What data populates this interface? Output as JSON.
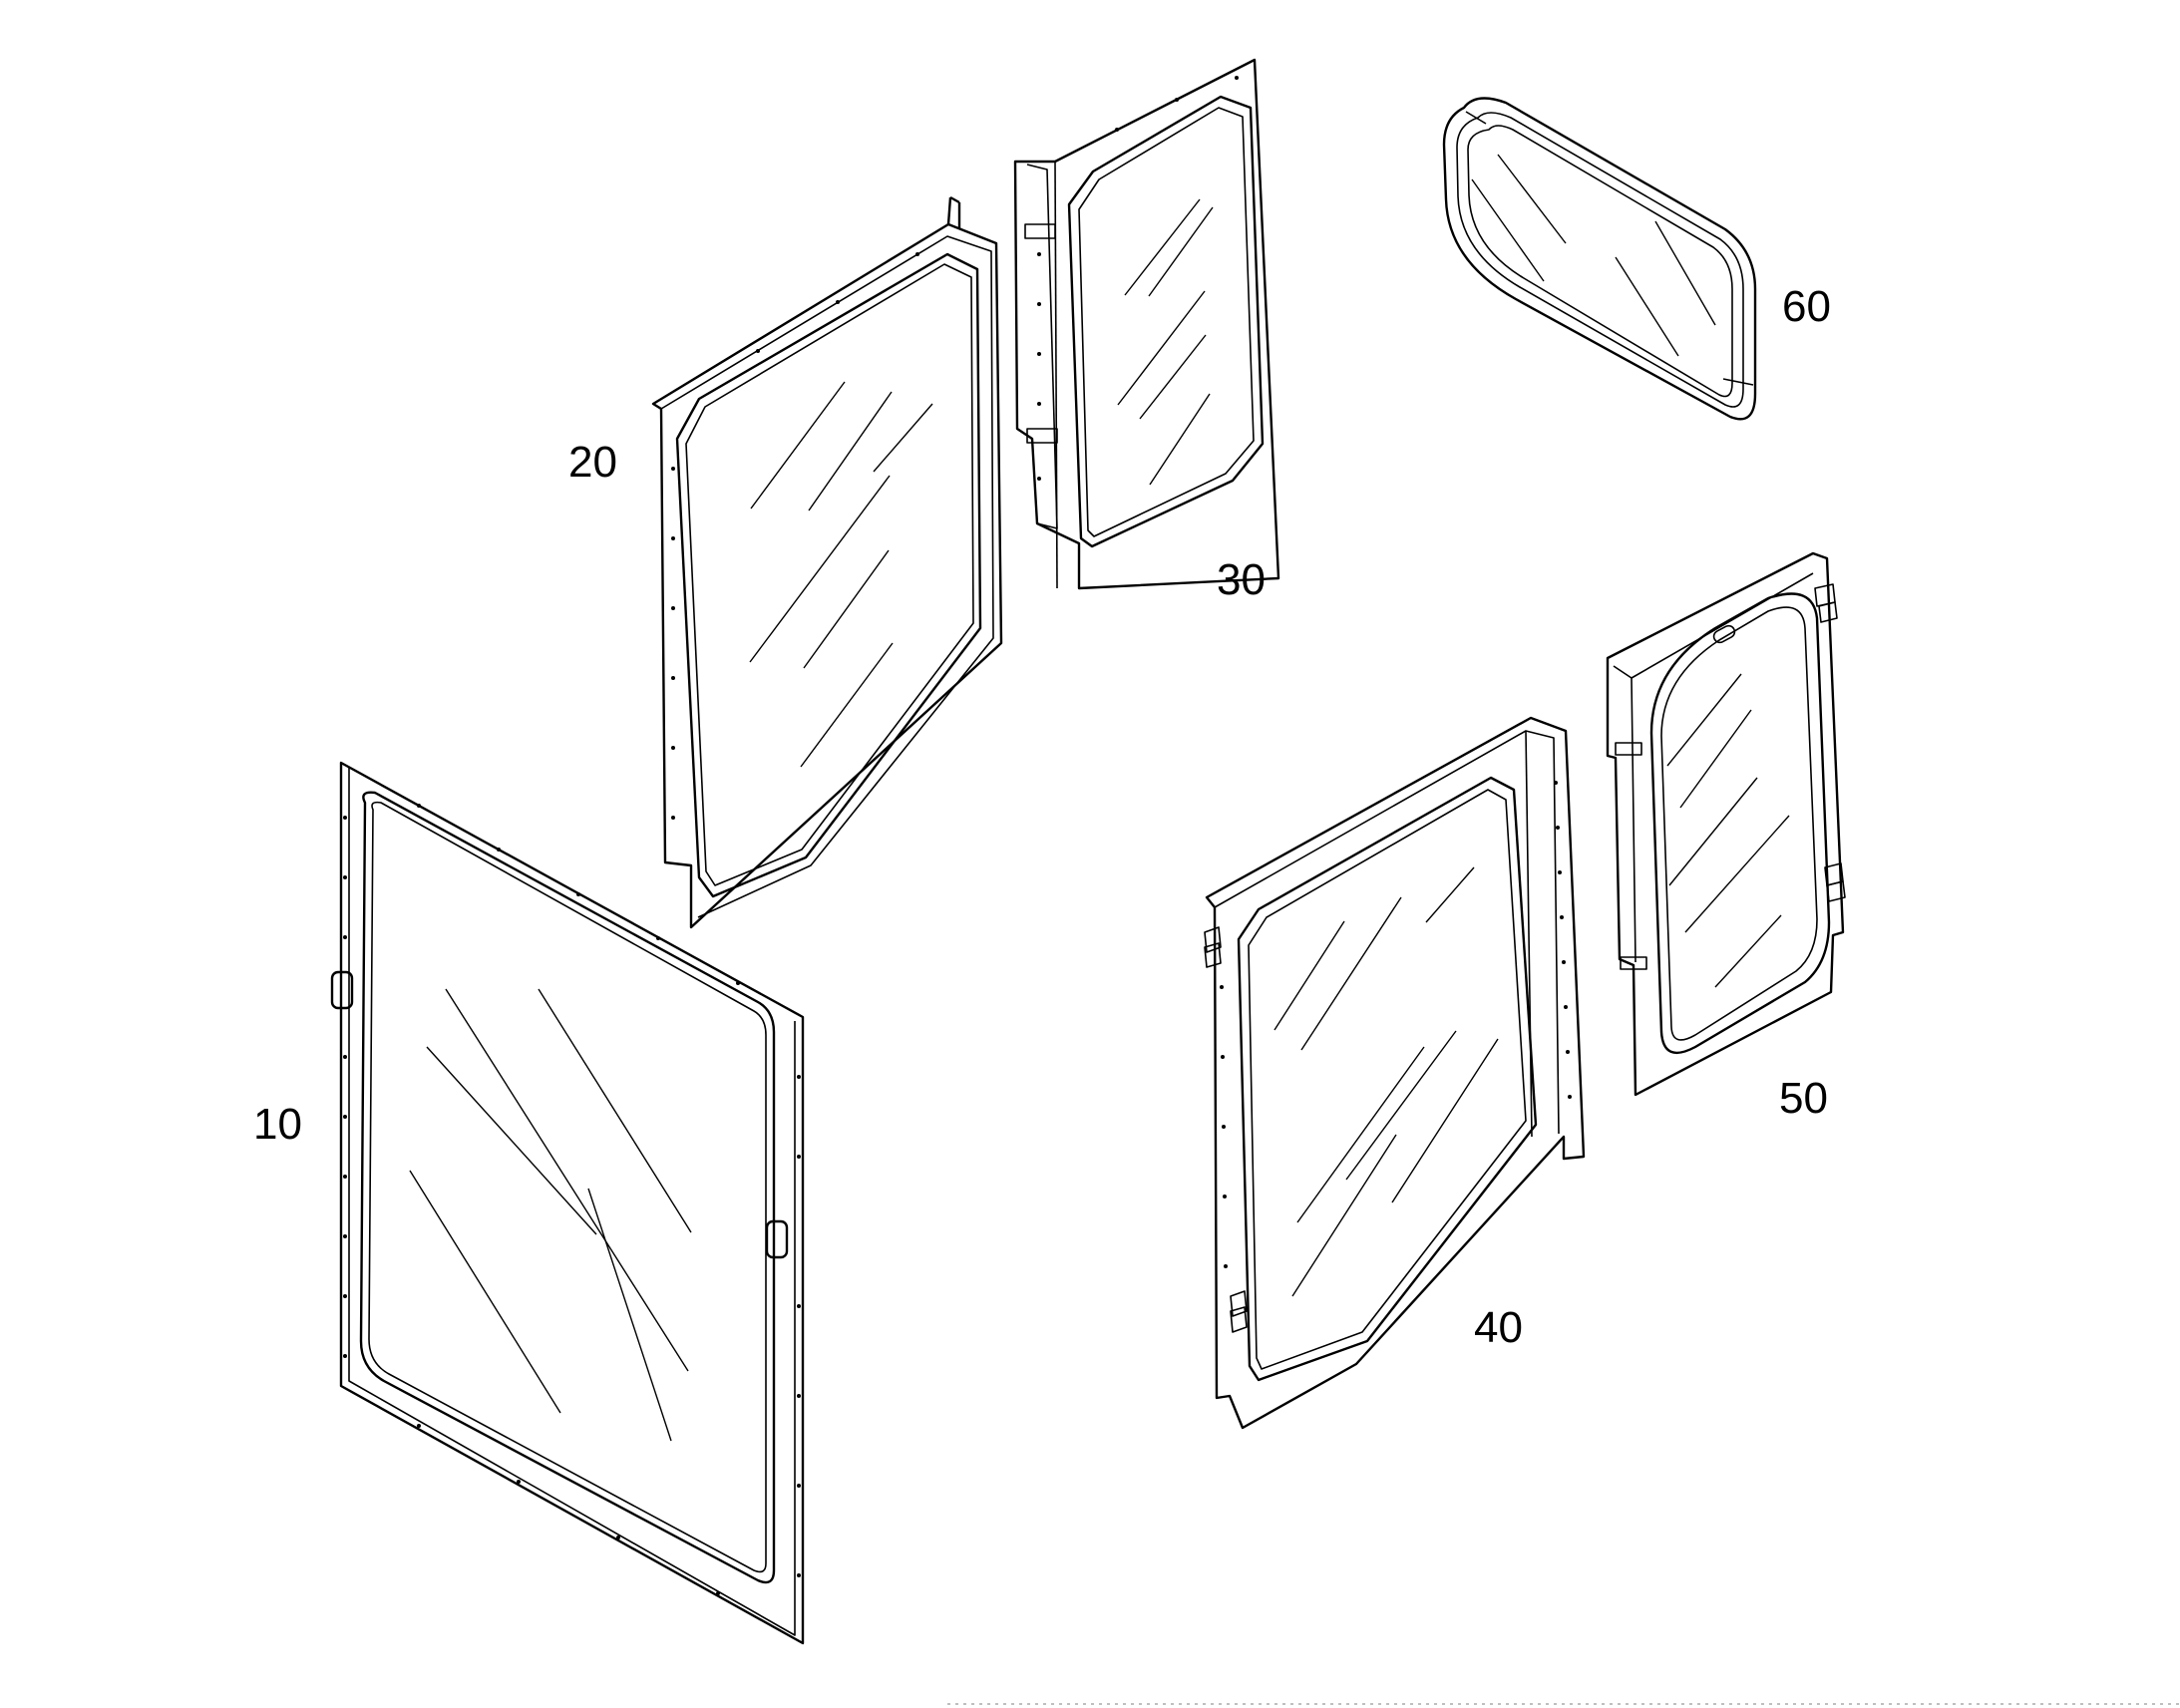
{
  "callouts": {
    "p10": "10",
    "p20": "20",
    "p30": "30",
    "p40": "40",
    "p50": "50",
    "p60": "60"
  }
}
